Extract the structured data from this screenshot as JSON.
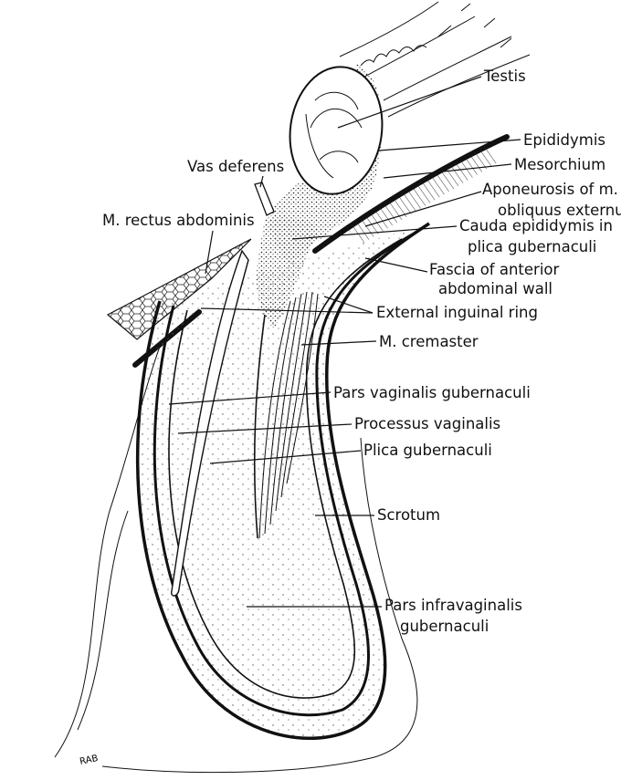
{
  "labels": {
    "testis": "Testis",
    "epididymis": "Epididymis",
    "mesorchium": "Mesorchium",
    "aponeurosis_1": "Aponeurosis of m.",
    "aponeurosis_2": "obliquus externus",
    "vas_deferens": "Vas deferens",
    "rectus": "M. rectus abdominis",
    "cauda_1": "Cauda epididymis in",
    "cauda_2": "plica gubernaculi",
    "fascia_1": "Fascia of anterior",
    "fascia_2": "abdominal wall",
    "ext_ring": "External inguinal ring",
    "cremaster": "M. cremaster",
    "pars_vaginalis": "Pars vaginalis gubernaculi",
    "processus": "Processus vaginalis",
    "plica": "Plica gubernaculi",
    "scrotum": "Scrotum",
    "infra_1": "Pars infravaginalis",
    "infra_2": "gubernaculi"
  },
  "colors": {
    "ink": "#111111",
    "paper": "#ffffff",
    "stipple": "#555555"
  }
}
